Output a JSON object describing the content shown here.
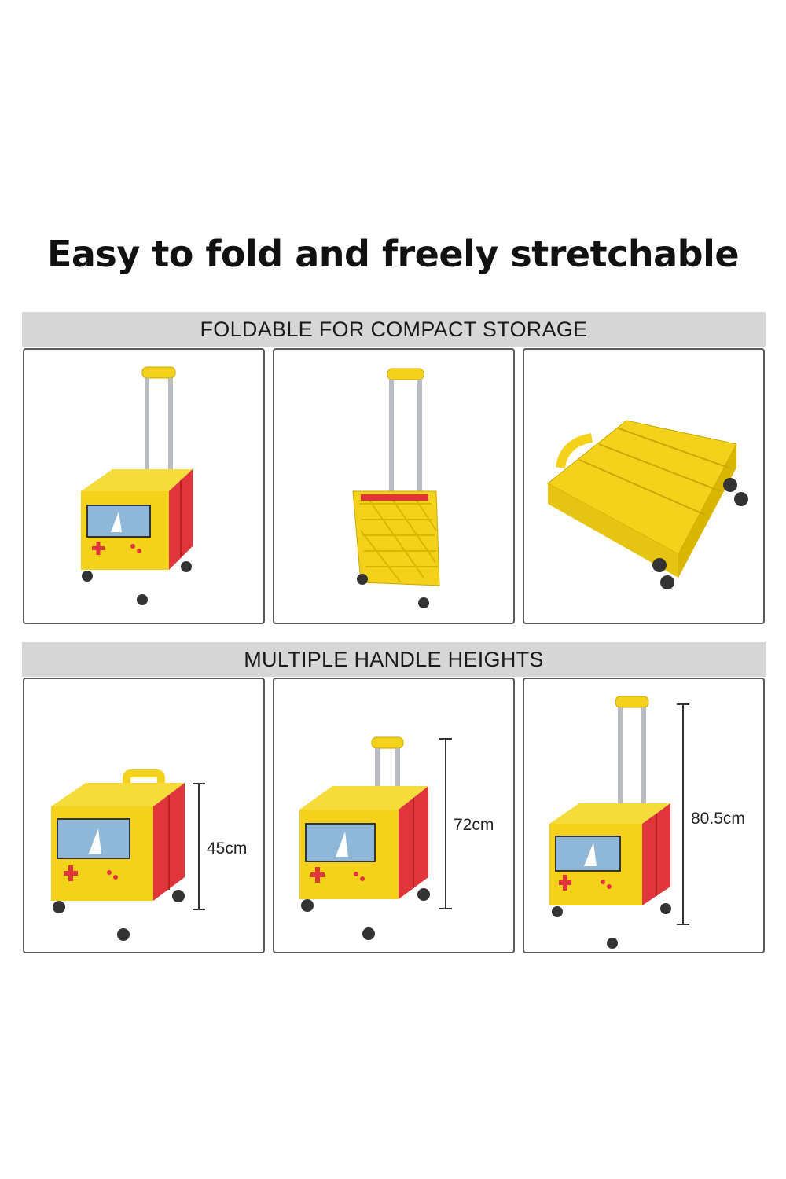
{
  "headline": "Easy to fold and freely stretchable",
  "section_foldable": {
    "title": "FOLDABLE FOR COMPACT STORAGE"
  },
  "section_heights": {
    "title": "MULTIPLE HANDLE HEIGHTS",
    "heights": [
      "45cm",
      "72cm",
      "80.5cm"
    ]
  },
  "colors": {
    "cart_yellow": "#f4d21c",
    "cart_red": "#e0363b",
    "band_grey": "#d7d7d7",
    "handle_metal": "#b9bcc0"
  }
}
